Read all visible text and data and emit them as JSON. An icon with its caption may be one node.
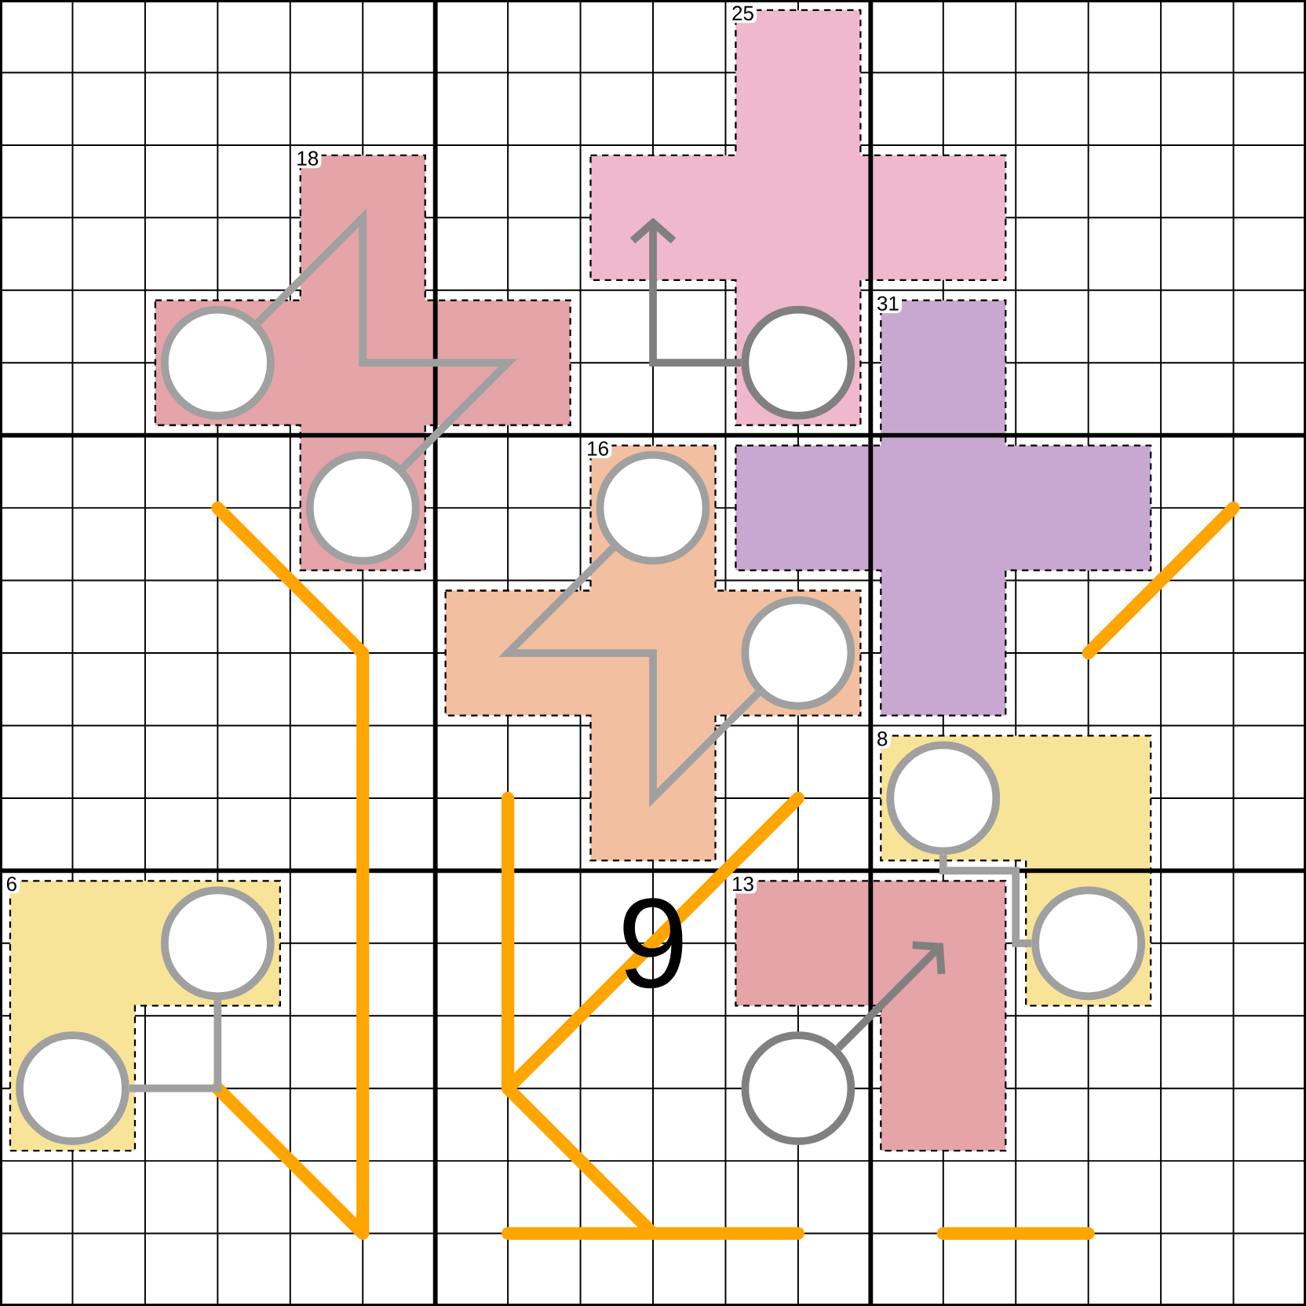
{
  "diagram": {
    "nodes": [
      {
        "text": [
          "25"
        ]
      },
      {
        "text": [
          "18"
        ]
      },
      {
        "text": [
          "31"
        ]
      },
      {
        "text": [
          "16"
        ]
      },
      {
        "text": [
          "8"
        ]
      },
      {
        "text": [
          "6"
        ]
      },
      {
        "text": [
          "13"
        ]
      },
      {
        "text": [],
        "shape": "circle",
        "in": 1
      },
      {
        "text": [],
        "shape": "circle",
        "in": 0
      },
      {
        "text": [],
        "shape": "circle",
        "in": 1
      },
      {
        "text": [],
        "shape": "circle",
        "in": 3
      },
      {
        "text": [],
        "shape": "circle",
        "in": 3
      },
      {
        "text": [],
        "shape": "circle",
        "in": 4
      },
      {
        "text": [],
        "shape": "circle",
        "in": 5
      },
      {
        "text": [],
        "shape": "circle",
        "in": 4
      },
      {
        "text": [],
        "shape": "circle",
        "in": 5
      },
      {
        "text": [],
        "shape": "circle"
      }
    ],
    "edges": [
      {
        "from": 7,
        "to": 9,
        "arrow": "none"
      },
      {
        "from": 8,
        "to": 0,
        "arrow": "to",
        "color": "#808080"
      },
      {
        "from": 10,
        "to": 11,
        "arrow": "none"
      },
      {
        "from": 12,
        "to": 14,
        "arrow": "none"
      },
      {
        "from": 13,
        "to": 15,
        "arrow": "none"
      },
      {
        "from": 16,
        "to": 6,
        "arrow": "to",
        "color": "#808080"
      }
    ],
    "labels": [
      "9"
    ]
  }
}
